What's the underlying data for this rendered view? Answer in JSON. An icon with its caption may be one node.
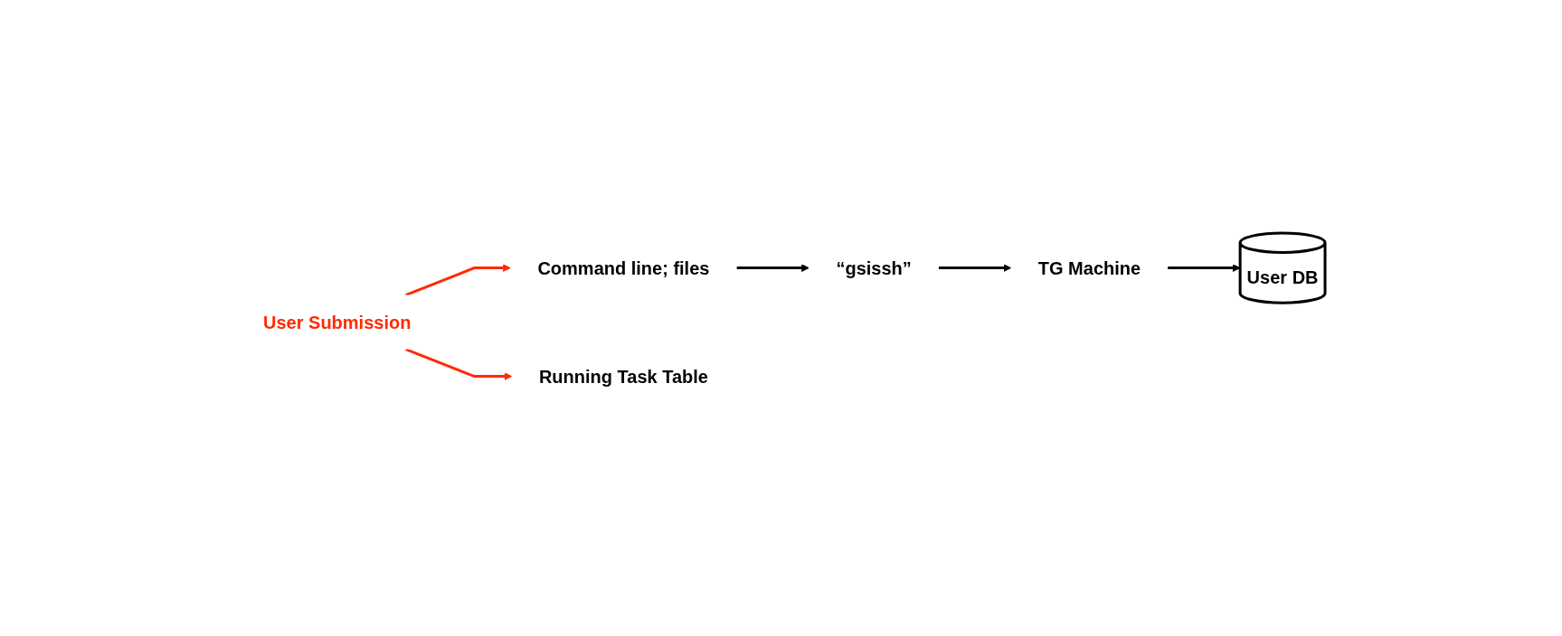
{
  "diagram": {
    "nodes": [
      {
        "text": [
          "User Submission"
        ]
      },
      {
        "text": [
          "Command line; files"
        ]
      },
      {
        "text": [
          "“gsissh”"
        ]
      },
      {
        "text": [
          "TG Machine"
        ]
      },
      {
        "text": [
          "Running Task Table"
        ]
      },
      {
        "text": [
          "User DB"
        ]
      }
    ],
    "edges": [
      {
        "from": 0,
        "to": 1,
        "arrow": "to",
        "color": "#ff2a00"
      },
      {
        "from": 0,
        "to": 4,
        "arrow": "to",
        "color": "#ff2a00"
      },
      {
        "from": 1,
        "to": 2,
        "arrow": "to"
      },
      {
        "from": 2,
        "to": 3,
        "arrow": "to"
      },
      {
        "from": 3,
        "to": 5,
        "arrow": "to"
      }
    ]
  }
}
